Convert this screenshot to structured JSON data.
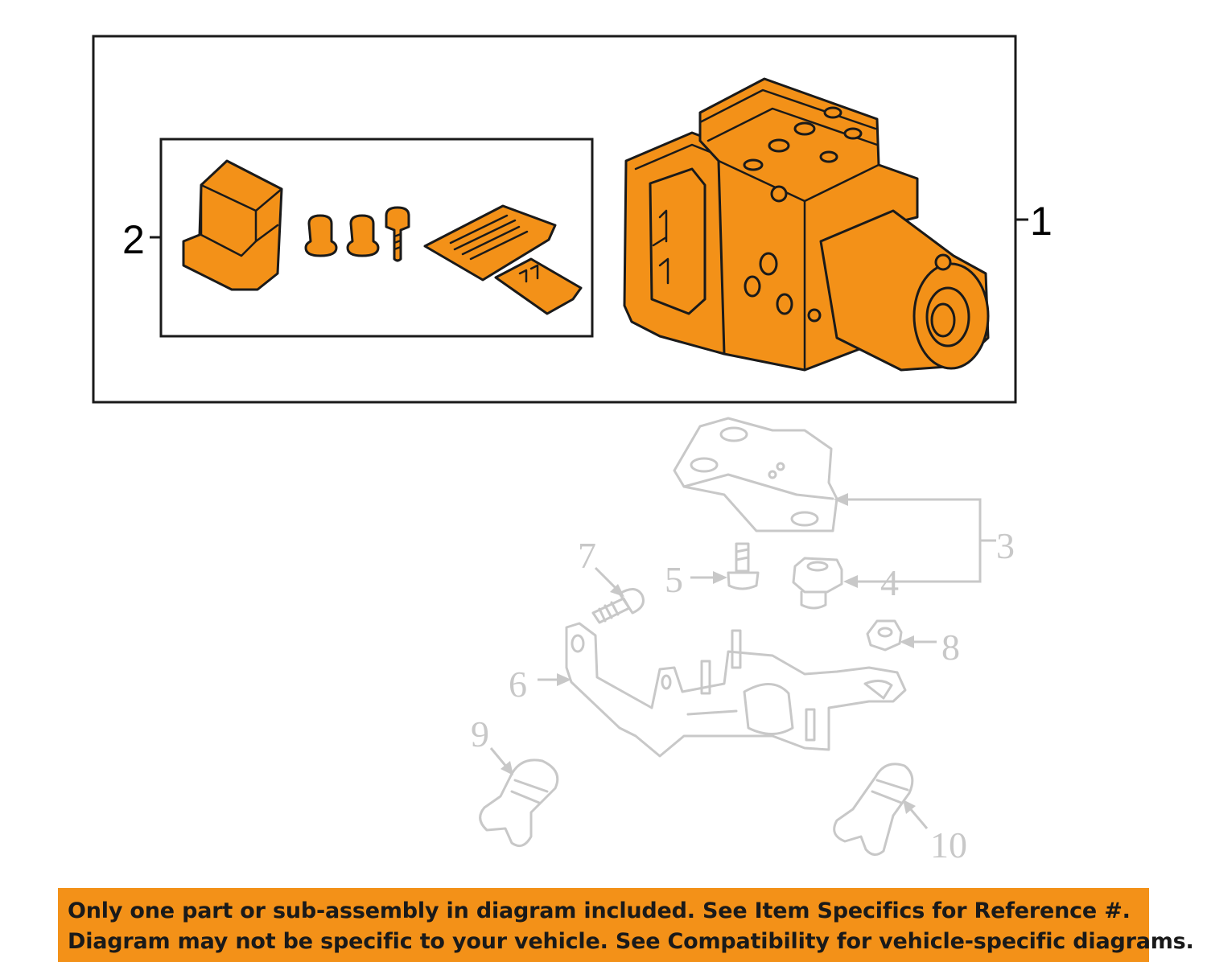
{
  "callouts": {
    "c1": "1",
    "c2": "2",
    "c3": "3",
    "c4": "4",
    "c5": "5",
    "c6": "6",
    "c7": "7",
    "c8": "8",
    "c9": "9",
    "c10": "10"
  },
  "notice": {
    "line1": "Only one part or sub-assembly in diagram included. See Item Specifics for Reference #.",
    "line2": "Diagram may not be specific to your vehicle. See Compatibility for vehicle-specific diagrams."
  },
  "colors": {
    "highlight": "#f39118",
    "outline": "#1a1a1a",
    "ghost": "#c8c8c8"
  }
}
